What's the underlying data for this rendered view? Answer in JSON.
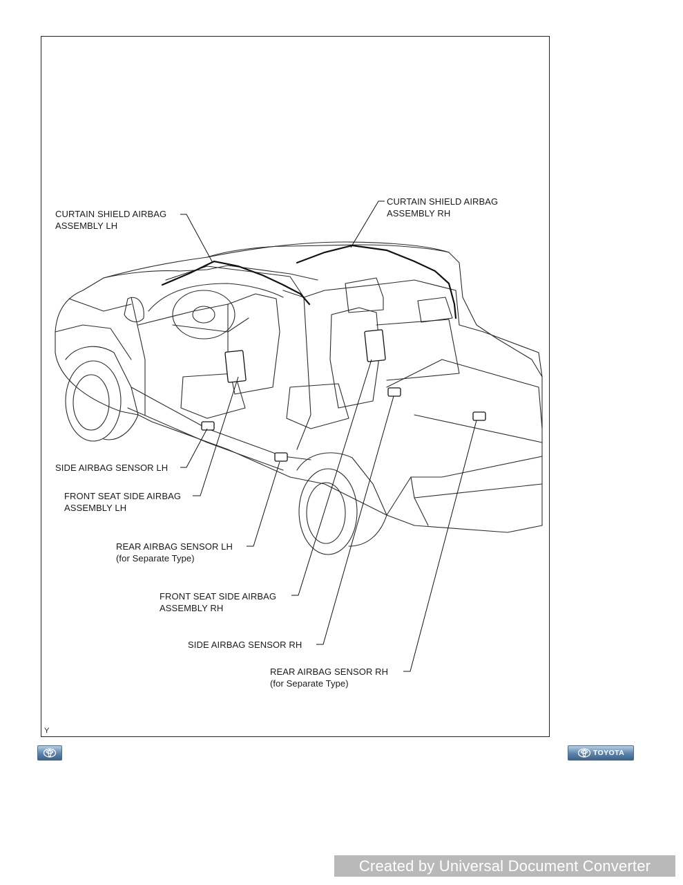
{
  "labels": {
    "curtain_lh": {
      "line1": "CURTAIN SHIELD AIRBAG",
      "line2": "ASSEMBLY LH"
    },
    "curtain_rh": {
      "line1": "CURTAIN SHIELD AIRBAG",
      "line2": "ASSEMBLY RH"
    },
    "side_sensor_lh": {
      "line1": "SIDE AIRBAG SENSOR LH"
    },
    "front_seat_lh": {
      "line1": "FRONT SEAT SIDE AIRBAG",
      "line2": "ASSEMBLY LH"
    },
    "rear_sensor_lh": {
      "line1": "REAR AIRBAG SENSOR LH",
      "line2": "(for Separate Type)"
    },
    "front_seat_rh": {
      "line1": "FRONT SEAT SIDE AIRBAG",
      "line2": "ASSEMBLY RH"
    },
    "side_sensor_rh": {
      "line1": "SIDE AIRBAG SENSOR RH"
    },
    "rear_sensor_rh": {
      "line1": "REAR AIRBAG SENSOR RH",
      "line2": "(for Separate Type)"
    }
  },
  "figure_code": "Y",
  "nav": {
    "left_icon": "toyota-emblem-icon",
    "right_label": "TOYOTA"
  },
  "watermark": "Created by Universal Document Converter",
  "colors": {
    "line": "#1a1a1a",
    "nav": "#5d83a8",
    "watermark_bg": "#b9b9b9"
  }
}
